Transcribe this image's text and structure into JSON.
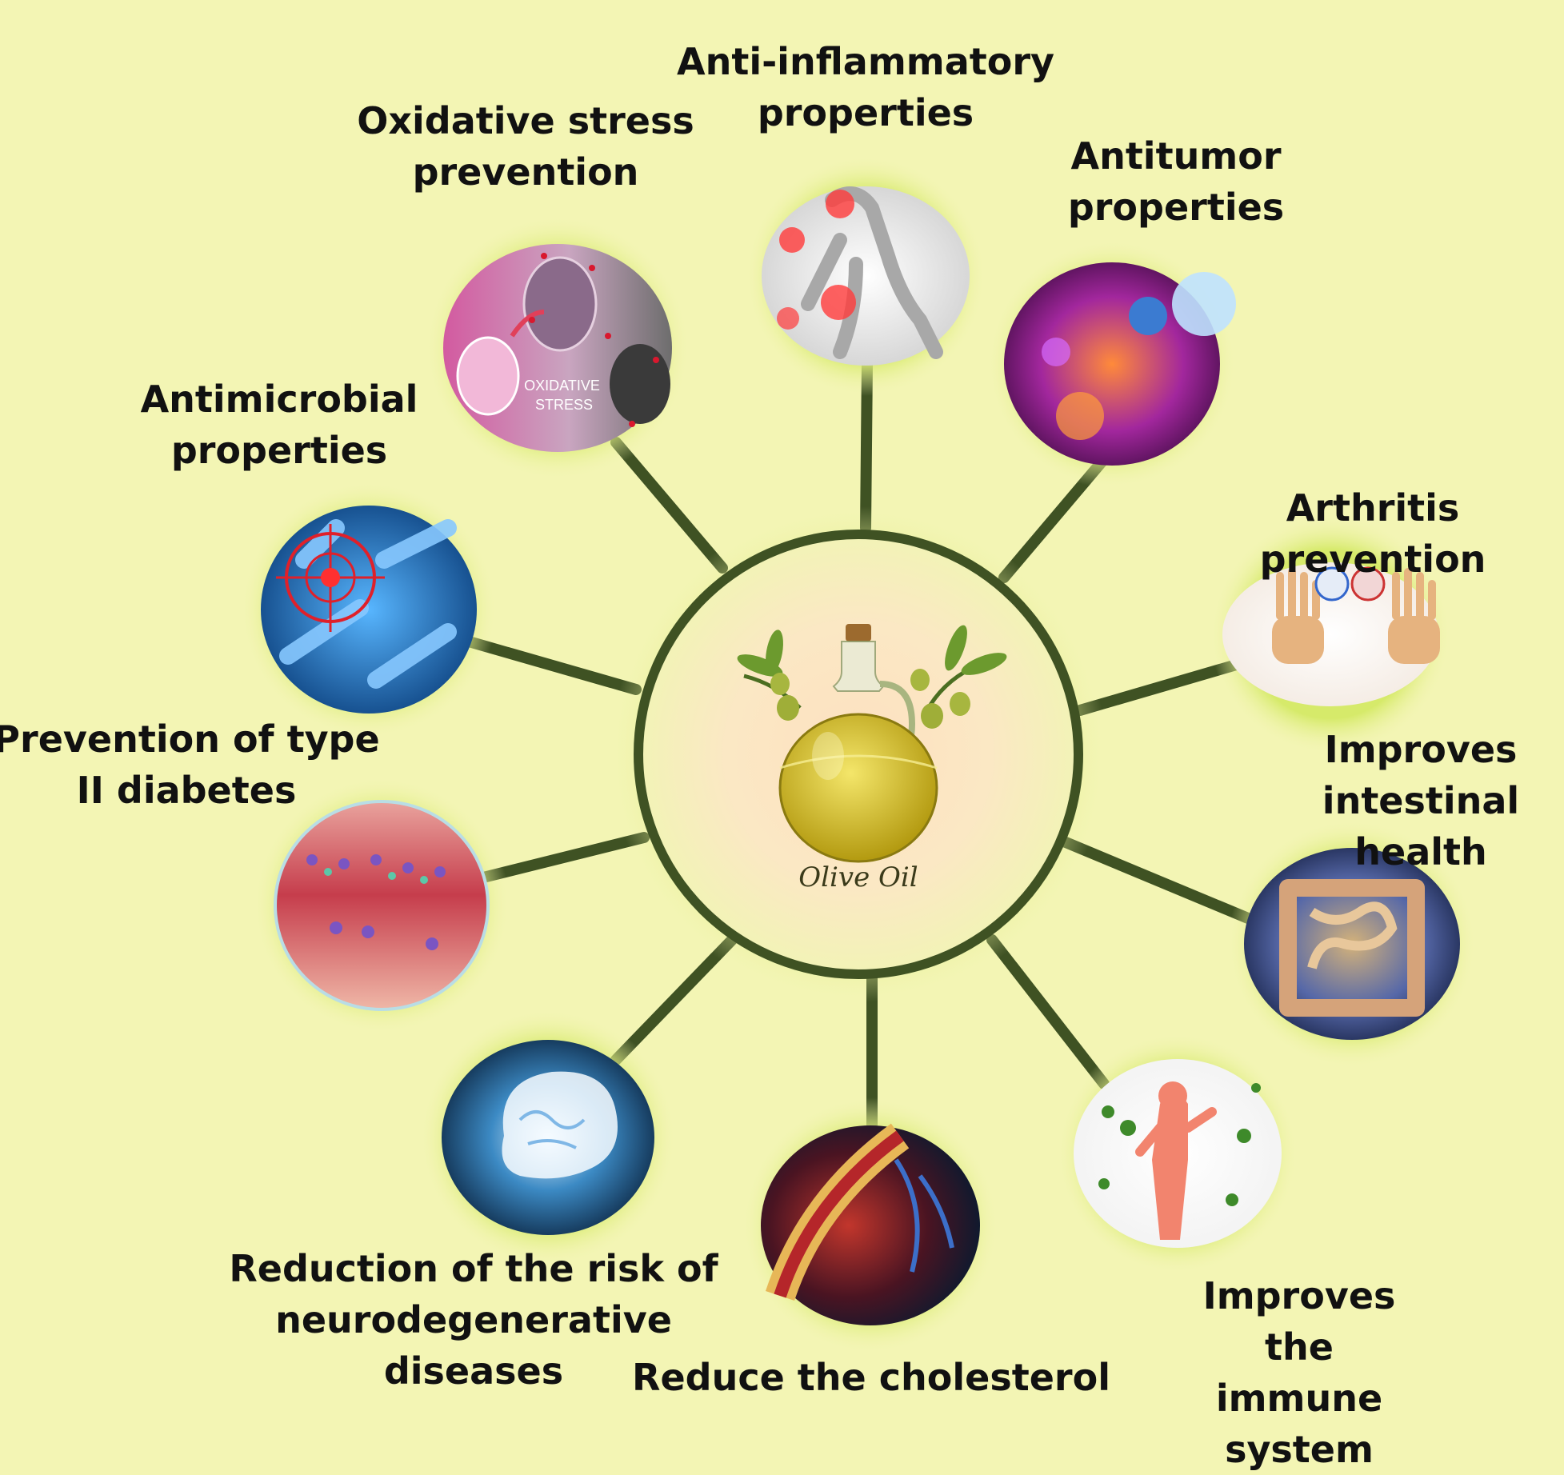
{
  "center": {
    "label": "Olive Oil"
  },
  "benefits": [
    {
      "id": "anti-inflammatory",
      "label": "Anti-inflammatory\nproperties"
    },
    {
      "id": "antitumor",
      "label": "Antitumor\nproperties"
    },
    {
      "id": "arthritis",
      "label": "Arthritis prevention"
    },
    {
      "id": "intestinal",
      "label": "Improves\nintestinal health"
    },
    {
      "id": "immune",
      "label": "Improves the\nimmune system"
    },
    {
      "id": "cholesterol",
      "label": "Reduce the cholesterol"
    },
    {
      "id": "neuro",
      "label": "Reduction of the risk of\nneurodegenerative\ndiseases"
    },
    {
      "id": "diabetes",
      "label": "Prevention of type\nII diabetes"
    },
    {
      "id": "antimicrobial",
      "label": "Antimicrobial\nproperties"
    },
    {
      "id": "oxidative",
      "label": "Oxidative stress\nprevention"
    }
  ],
  "image_texts": {
    "oxidative_image": "OXIDATIVE\nSTRESS"
  },
  "colors": {
    "background": "#f3f5b4",
    "spoke": "#3f5223",
    "hub_ring": "#3f5223",
    "glow": "#d6ea6a",
    "oil": "#c9b21e"
  }
}
